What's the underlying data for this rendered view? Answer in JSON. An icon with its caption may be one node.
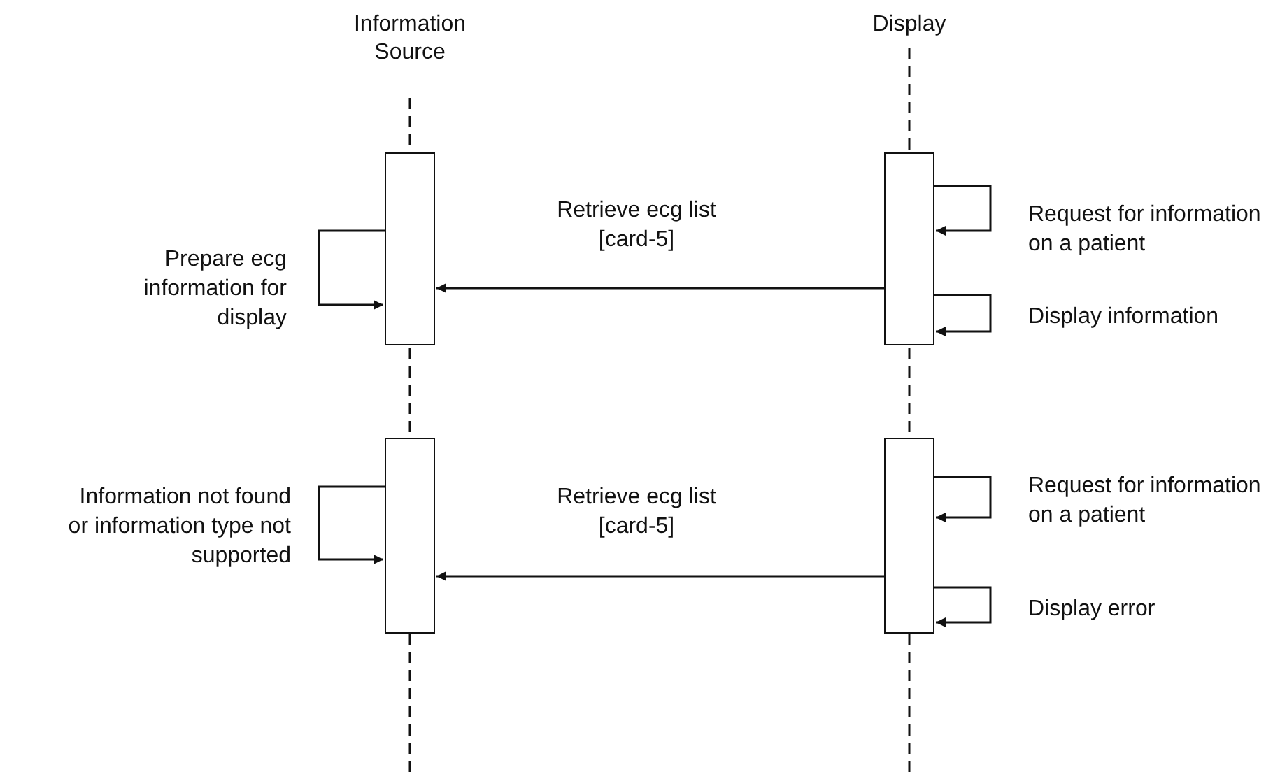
{
  "diagram": {
    "nodes": [
      {
        "text": [
          "Information Source"
        ]
      },
      {
        "text": [
          "Display"
        ]
      },
      {
        "text": [],
        "shape": "box"
      },
      {
        "text": [],
        "shape": "box"
      },
      {
        "text": [],
        "shape": "box"
      },
      {
        "text": [],
        "shape": "box"
      }
    ],
    "edges": [
      {
        "from": 0,
        "to": 2,
        "arrow": "none",
        "style": "dashed"
      },
      {
        "from": 2,
        "to": 4,
        "arrow": "none",
        "style": "dashed"
      },
      {
        "from": 4,
        "to": null,
        "arrow": "none",
        "style": "dashed"
      },
      {
        "from": 1,
        "to": 3,
        "arrow": "none",
        "style": "dashed"
      },
      {
        "from": 3,
        "to": 5,
        "arrow": "none",
        "style": "dashed"
      },
      {
        "from": 5,
        "to": null,
        "arrow": "none",
        "style": "dashed"
      },
      {
        "from": 3,
        "to": 3,
        "arrow": "to",
        "label": "Request for information on a patient"
      },
      {
        "from": 2,
        "to": 2,
        "arrow": "to",
        "label": "Prepare ecg information for display"
      },
      {
        "from": 3,
        "to": 2,
        "arrow": "to",
        "label": "Retrieve ecg list [card-5]"
      },
      {
        "from": 3,
        "to": 3,
        "arrow": "to",
        "label": "Display information"
      },
      {
        "from": 5,
        "to": 5,
        "arrow": "to",
        "label": "Request for information on a patient"
      },
      {
        "from": 4,
        "to": 4,
        "arrow": "to",
        "label": "Information not found or information type not supported"
      },
      {
        "from": 5,
        "to": 4,
        "arrow": "to",
        "label": "Retrieve ecg list [card-5]"
      },
      {
        "from": 5,
        "to": 5,
        "arrow": "to",
        "label": "Display error"
      }
    ]
  }
}
